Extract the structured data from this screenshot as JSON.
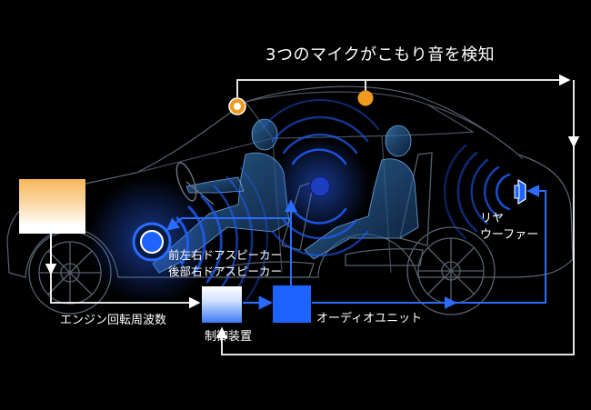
{
  "title": "3つのマイクがこもり音を検知",
  "labels": {
    "rear_speaker_line1": "リヤ",
    "rear_speaker_line2": "ウーファー",
    "front_speaker_line1": "前左右ドアスピーカー",
    "front_speaker_line2": "後部右ドアスピーカー",
    "engine_rpm": "エンジン回転周波数",
    "control_unit": "制御装置",
    "audio_unit": "オーディオユニット"
  },
  "colors": {
    "background": "#000000",
    "mic": "#f29a1e",
    "sound_wave": "#1f5fff",
    "signal_line": "#ffffff",
    "audio_line": "#2a6cff",
    "car_outline": "#5a6470",
    "occupant": "#2f6fb0"
  },
  "icons": {
    "microphone": "mic-icon",
    "speaker": "speaker-icon",
    "woofer": "woofer-icon"
  }
}
